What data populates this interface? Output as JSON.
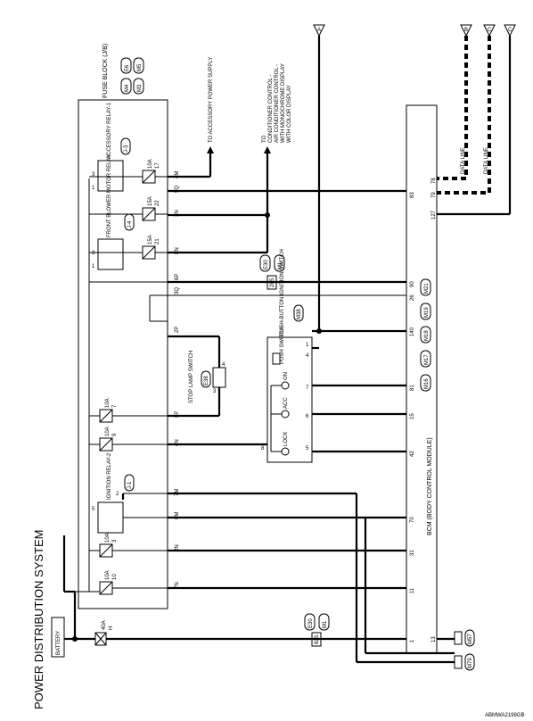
{
  "title": "POWER DISTRIBUTION SYSTEM",
  "code": "ABMWA2198GB",
  "battery": "BATTERY",
  "fusible_link": {
    "amp": "40A",
    "id": "H"
  },
  "fuse_block": {
    "name": "FUSE BLOCK (J/B)",
    "connectors": [
      "M4",
      "E6",
      "M3",
      "M5"
    ]
  },
  "accessory_relay": {
    "name": "ACCESSORY RELAY-1",
    "id": "J-3"
  },
  "blower_relay": {
    "name": "FRONT BLOWER MOTOR RELAY",
    "id": "J-4"
  },
  "ignition_relay": {
    "name": "IGNITION RELAY-2",
    "id": "J-1"
  },
  "stop_lamp_switch": {
    "name": "STOP LAMP SWITCH",
    "id": "E38"
  },
  "push_switch": {
    "name": "PUSH-BUTTON IGNITION SWITCH",
    "id": "M38",
    "label": "PUSH SWITCH"
  },
  "push_indicators": [
    "LOCK",
    "ACC",
    "ON"
  ],
  "fuses": [
    {
      "amp": "10A",
      "num": "17"
    },
    {
      "amp": "15A",
      "num": "22"
    },
    {
      "amp": "15A",
      "num": "21"
    },
    {
      "amp": "10A",
      "num": "7"
    },
    {
      "amp": "10A",
      "num": "9"
    },
    {
      "amp": "10A",
      "num": "3"
    },
    {
      "amp": "10A",
      "num": "10"
    }
  ],
  "fb_terminals": [
    "4M",
    "5Q",
    "3N",
    "8N",
    "6P",
    "3Q",
    "2P",
    "8P",
    "4N",
    "7M",
    "6M",
    "2N",
    "7N"
  ],
  "bcm": {
    "name": "BCM (BODY CONTROL MODULE)",
    "pins": [
      "78",
      "79",
      "83",
      "127",
      "90",
      "26",
      "140",
      "81",
      "15",
      "42",
      "70",
      "31",
      "11",
      "1",
      "13"
    ],
    "connectors": [
      "M21",
      "M19",
      "M18",
      "M17",
      "M16"
    ]
  },
  "notes": {
    "accessory_supply": "TO ACCESSORY POWER SUPPLY",
    "air_conditioner": [
      "TO",
      "CONDITIONER CONTROL -",
      "AIR CONDITIONER CONTROL -",
      "WITH MONOCHROME DISPLAY",
      "WITH COLOR DISPLAY"
    ],
    "data_line_1": "DATA LINE",
    "data_line_2": "DATA LINE"
  },
  "connector_tags": {
    "e30_a": "E30",
    "m1_a": "M1",
    "pin_28s": "28S",
    "e30_b": "E30",
    "m1_b": "M1",
    "pin_82s": "82S",
    "m57": "M57",
    "m79": "M79"
  },
  "refs": [
    "A",
    "B",
    "C",
    "C"
  ],
  "pin_labels": {
    "relay_pins": [
      "3",
      "1",
      "2",
      "5"
    ],
    "stop_pins": [
      "3",
      "4"
    ],
    "push_pins": [
      "8",
      "5",
      "6",
      "7",
      "4",
      "1"
    ]
  }
}
